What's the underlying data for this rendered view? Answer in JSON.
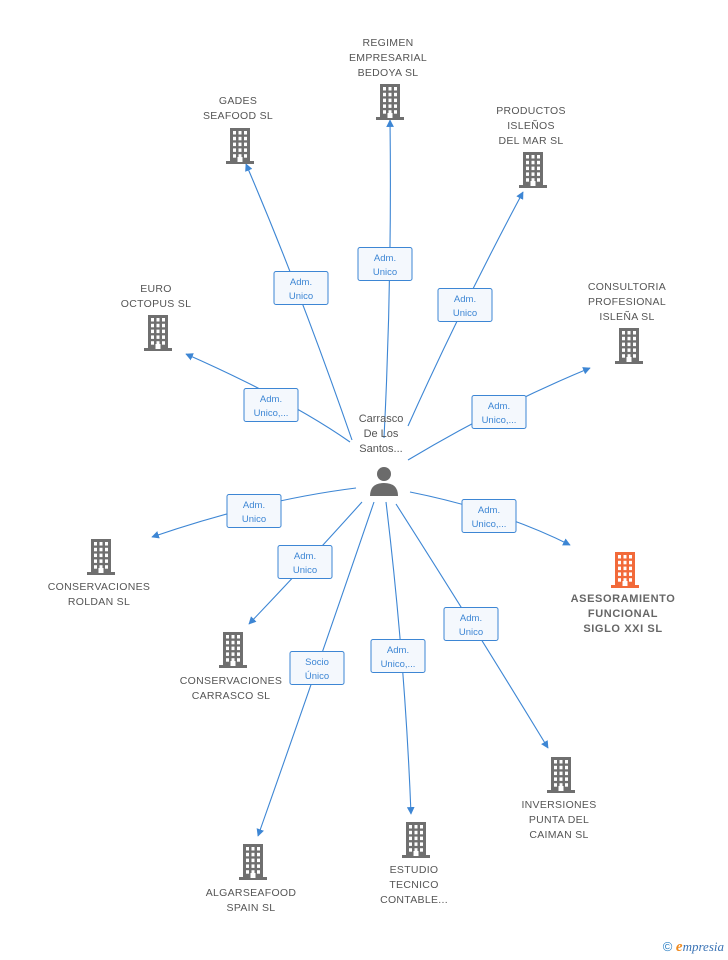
{
  "colors": {
    "edge": "#3d86d4",
    "label_bg": "#f4f8fd",
    "building": "#6f6f6f",
    "building_highlight": "#f26a3a",
    "person": "#6b6b6b",
    "text": "#555555"
  },
  "center_person": {
    "name_lines": [
      "Carrasco",
      "De Los",
      "Santos..."
    ],
    "icon": "person-icon"
  },
  "companies": [
    {
      "id": "regimen",
      "lines": [
        "REGIMEN",
        "EMPRESARIAL",
        "BEDOYA SL"
      ],
      "relation": [
        "Adm.",
        "Unico"
      ],
      "icon": "building-icon"
    },
    {
      "id": "gades",
      "lines": [
        "GADES",
        "SEAFOOD  SL"
      ],
      "relation": [
        "Adm.",
        "Unico"
      ],
      "icon": "building-icon"
    },
    {
      "id": "productos",
      "lines": [
        "PRODUCTOS",
        "ISLEÑOS",
        "DEL MAR SL"
      ],
      "relation": [
        "Adm.",
        "Unico"
      ],
      "icon": "building-icon"
    },
    {
      "id": "euro",
      "lines": [
        "EURO",
        "OCTOPUS  SL"
      ],
      "relation": [
        "Adm.",
        "Unico,..."
      ],
      "icon": "building-icon"
    },
    {
      "id": "consultoria",
      "lines": [
        "CONSULTORIA",
        "PROFESIONAL",
        "ISLEÑA  SL"
      ],
      "relation": [
        "Adm.",
        "Unico,..."
      ],
      "icon": "building-icon"
    },
    {
      "id": "roldan",
      "lines": [
        "CONSERVACIONES",
        "ROLDAN  SL"
      ],
      "relation": [
        "Adm.",
        "Unico"
      ],
      "icon": "building-icon"
    },
    {
      "id": "asesoramiento",
      "lines": [
        "ASESORAMIENTO",
        "FUNCIONAL",
        "SIGLO XXI  SL"
      ],
      "relation": [
        "Adm.",
        "Unico,..."
      ],
      "icon": "building-icon",
      "highlight": true
    },
    {
      "id": "carrasco",
      "lines": [
        "CONSERVACIONES",
        "CARRASCO  SL"
      ],
      "relation": [
        "Adm.",
        "Unico"
      ],
      "icon": "building-icon"
    },
    {
      "id": "algarseafood",
      "lines": [
        "ALGARSEAFOOD",
        "SPAIN  SL"
      ],
      "relation": [
        "Socio",
        "Único"
      ],
      "icon": "building-icon"
    },
    {
      "id": "estudio",
      "lines": [
        "ESTUDIO",
        "TECNICO",
        "CONTABLE..."
      ],
      "relation": [
        "Adm.",
        "Unico,..."
      ],
      "icon": "building-icon"
    },
    {
      "id": "inversiones",
      "lines": [
        "INVERSIONES",
        "PUNTA DEL",
        "CAIMAN  SL"
      ],
      "relation": [
        "Adm.",
        "Unico"
      ],
      "icon": "building-icon"
    }
  ],
  "footer": {
    "copyright_symbol": "©",
    "brand_initial": "e",
    "brand_rest": "mpresia"
  }
}
